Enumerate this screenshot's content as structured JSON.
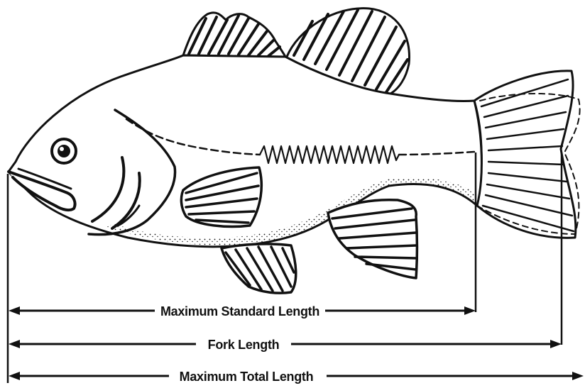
{
  "labels": {
    "standard_length": "Maximum Standard Length",
    "fork_length": "Fork Length",
    "total_length": "Maximum Total Length"
  },
  "colors": {
    "ink": "#111111",
    "paper": "#ffffff"
  }
}
